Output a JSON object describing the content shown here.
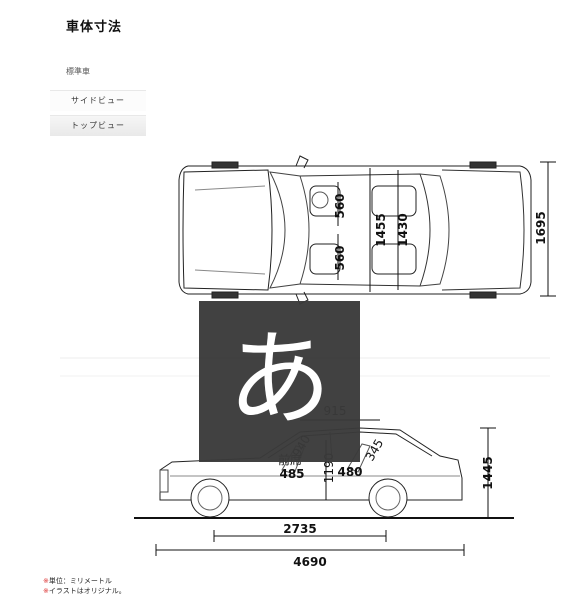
{
  "title": "車体寸法",
  "subtitle": "標準車",
  "tabs": [
    {
      "label": "サイドビュー"
    },
    {
      "label": "トップビュー"
    }
  ],
  "top_view": {
    "seat_width_front": "560",
    "seat_width_rear": "560",
    "tread_front": "1455",
    "tread_rear": "1430",
    "overall_width": "1695"
  },
  "side_view": {
    "rear_headroom_top": "915",
    "front_headroom": "940",
    "front_legroom": "485",
    "rear_legroom": "480",
    "interior_height": "1190",
    "seat_height": "345",
    "overall_height": "1445",
    "wheelbase": "2735",
    "overall_length": "4690",
    "front_label": "前席"
  },
  "overlay_glyph": "あ",
  "notes": {
    "mark": "※",
    "unit": "単位：ミリメートル",
    "illustration": "イラストはオリジナル。"
  }
}
